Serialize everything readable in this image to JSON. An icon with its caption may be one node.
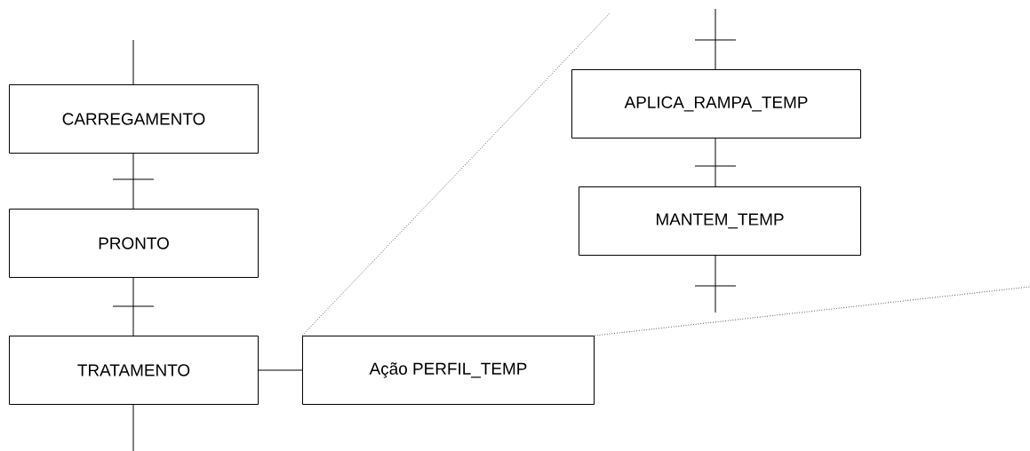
{
  "diagram": {
    "nodes": [
      {
        "text": [
          "CARREGAMENTO"
        ]
      },
      {
        "text": [
          "PRONTO"
        ]
      },
      {
        "text": [
          "TRATAMENTO"
        ]
      },
      {
        "text": [
          "Ação PERFIL_TEMP"
        ]
      },
      {
        "text": [
          "APLICA_RAMPA_TEMP"
        ]
      },
      {
        "text": [
          "MANTEM_TEMP"
        ]
      }
    ],
    "edges": [
      {
        "from": null,
        "to": 0,
        "arrow": "none"
      },
      {
        "from": 0,
        "to": 1,
        "arrow": "none"
      },
      {
        "from": 1,
        "to": 2,
        "arrow": "none"
      },
      {
        "from": 2,
        "to": null,
        "arrow": "none"
      },
      {
        "from": 2,
        "to": 3,
        "arrow": "none"
      },
      {
        "from": null,
        "to": 4,
        "arrow": "none"
      },
      {
        "from": 4,
        "to": 5,
        "arrow": "none"
      },
      {
        "from": 5,
        "to": null,
        "arrow": "none"
      },
      {
        "from": 3,
        "to": null,
        "arrow": "none",
        "style": "dashed"
      },
      {
        "from": 3,
        "to": null,
        "arrow": "none",
        "style": "dashed"
      }
    ]
  }
}
